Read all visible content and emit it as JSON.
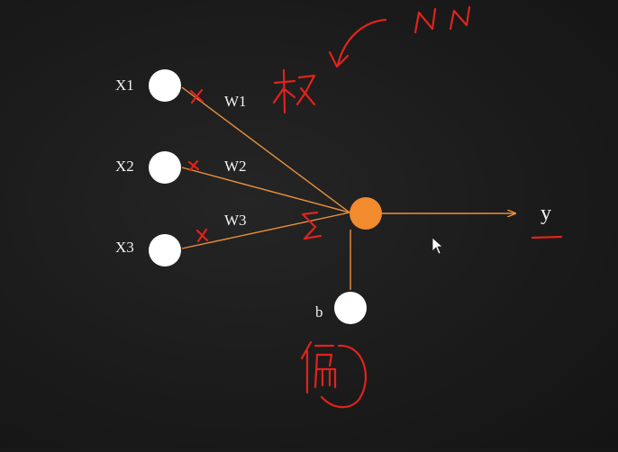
{
  "diagram": {
    "inputs": [
      {
        "id": "x1",
        "label": "X1",
        "weight": "W1",
        "annotation": "×"
      },
      {
        "id": "x2",
        "label": "X2",
        "weight": "W2",
        "annotation": "×"
      },
      {
        "id": "x3",
        "label": "X3",
        "weight": "W3",
        "annotation": "×"
      }
    ],
    "sum_symbol": "Σ",
    "output_label": "y",
    "bias_label": "b",
    "handwritten": {
      "top_note": "NN",
      "weight_note": "权",
      "bias_note": "偏"
    }
  },
  "colors": {
    "background": "#1b1b1b",
    "edge": "#e8913c",
    "neuron": "#f28a2e",
    "input_node": "#ffffff",
    "annotation_red": "#e0231c",
    "label_text": "#f2f2f2"
  }
}
